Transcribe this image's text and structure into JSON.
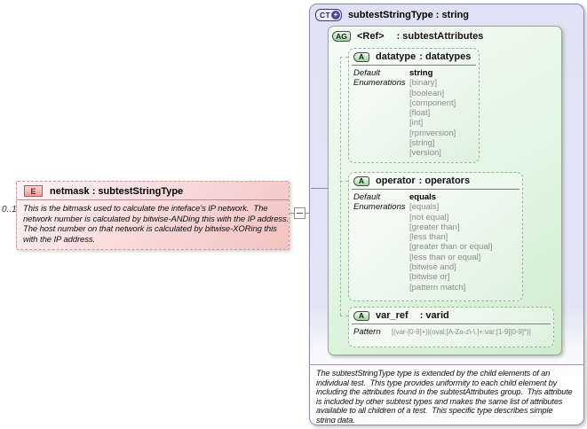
{
  "colors": {
    "element_fill": "#f2c2c2",
    "element_border": "#c79d9d",
    "complex_type_fill": "#e2e2f5",
    "complex_type_border": "#8c8cac",
    "attribute_group_fill": "#d9f0d9",
    "attribute_fill": "#eef9ee",
    "enum_text": "#8c8c8c"
  },
  "element": {
    "cardinality": "0..1",
    "icon": "E",
    "title": "netmask : subtestStringType",
    "annotation_lines": [
      "This is the bitmask used to calculate the inteface's IP network.  The",
      "network number is calculated by bitwise-ANDing this with the IP address.",
      "The host number on that network is calculated by bitwise-XORing this",
      "with the IP address."
    ]
  },
  "complex_type": {
    "icon": "CT",
    "plus": "+",
    "title": "subtestStringType : string",
    "attribute_group": {
      "icon": "AG",
      "ref": "<Ref>",
      "type": ": subtestAttributes",
      "attributes": [
        {
          "icon": "A",
          "name": "datatype",
          "type": ": datatypes",
          "default_label": "Default",
          "enumerations_label": "Enumerations",
          "default_value": "string",
          "enumerations": [
            "[binary]",
            "[boolean]",
            "[component]",
            "[float]",
            "[int]",
            "[rpmversion]",
            "[string]",
            "[version]"
          ]
        },
        {
          "icon": "A",
          "name": "operator",
          "type": ": operators",
          "default_label": "Default",
          "enumerations_label": "Enumerations",
          "default_value": "equals",
          "enumerations": [
            "[equals]",
            "[not equal]",
            "[greater than]",
            "[less than]",
            "[greater than or equal]",
            "[less than or equal]",
            "[bitwise and]",
            "[bitwise or]",
            "[pattern match]"
          ]
        },
        {
          "icon": "A",
          "name": "var_ref",
          "type": ": varid",
          "pattern_label": "Pattern",
          "pattern_value": "[(var-[0-9]+)|(oval:[A-Za-z\\-\\.]+:var:[1-9][0-9]*)]"
        }
      ]
    },
    "annotation_lines": [
      "The subtestStringType type is extended by the child elements of an",
      "individual test.  This type provides uniformity to each child element by",
      "including the attributes found in the subtestAttributes group.  This attribute",
      "is included by other subtest types and makes the same list of attributes",
      "available to all children of a test.  This specific type describes simple",
      "string data."
    ]
  }
}
